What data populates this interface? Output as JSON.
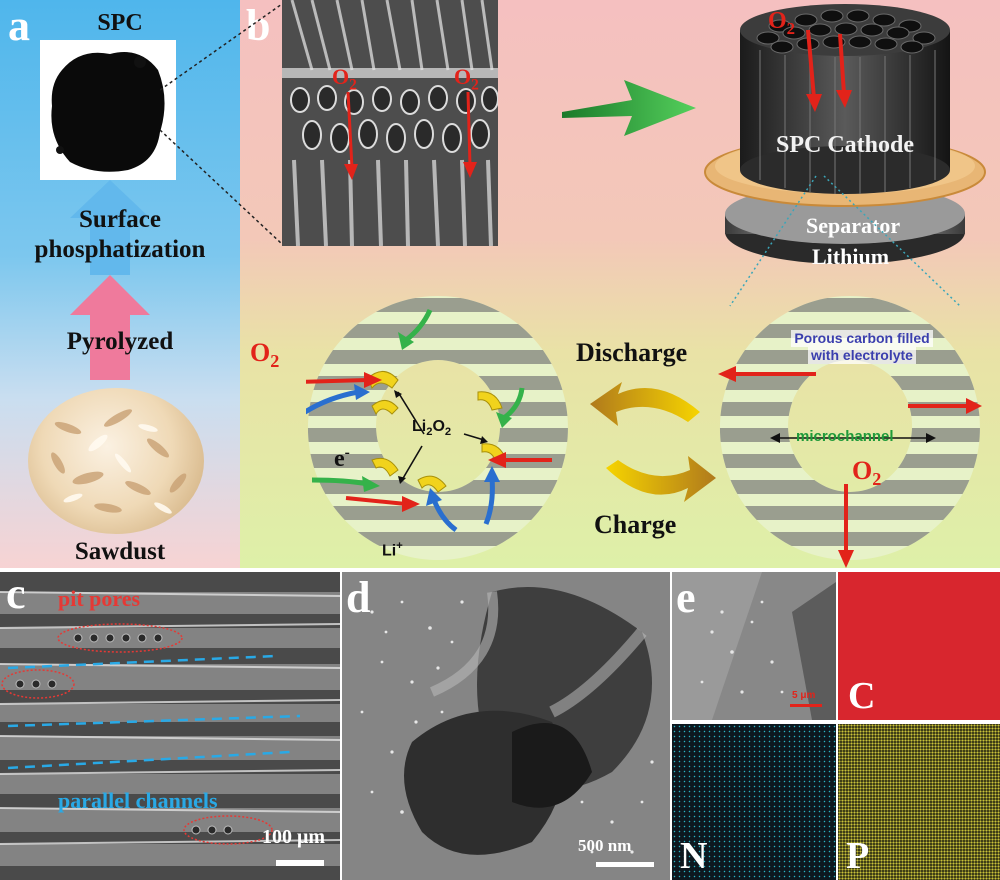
{
  "figure": {
    "panel_a": {
      "label": "a",
      "top_material": "SPC",
      "step_upper": "Surface phosphatization",
      "step_lower": "Pyrolyzed",
      "bottom_material": "Sawdust"
    },
    "panel_b": {
      "label": "b",
      "sem_o2_left": "O2",
      "sem_o2_right": "O2",
      "cathode_o2": "O2",
      "cathode_label": "SPC Cathode",
      "separator_label": "Separator",
      "lithium_label": "Lithium",
      "porous_note_line1": "Porous carbon filled",
      "porous_note_line2": "with electrolyte",
      "discharge_label": "Discharge",
      "charge_label": "Charge",
      "left_o2": "O2",
      "li2o2": "Li2O2",
      "electron": "e-",
      "li_ion": "Li+",
      "microchannel": "microchannel",
      "right_o2": "O2"
    },
    "panel_c": {
      "label": "c",
      "pit_pores": "pit pores",
      "parallel_channels": "parallel channels",
      "scale_bar": "100 μm"
    },
    "panel_d": {
      "label": "d",
      "scale_bar": "500 nm"
    },
    "panel_e": {
      "label": "e",
      "scale_bar": "5 μm",
      "map_c": "C",
      "map_n": "N",
      "map_p": "P"
    },
    "colors": {
      "panel_a_bg_top": "#4fb6ec",
      "panel_a_bg_bottom": "#f7d3d3",
      "panel_b_bg_top": "#f5bfbf",
      "panel_b_bg_bottom": "#def0a8",
      "oxygen_red": "#e2231a",
      "pit_label_red": "#e53935",
      "channel_label_blue": "#29a9e6",
      "carbon_map_red": "#d8262e",
      "nitrogen_map_cyan": "#2ab3c4",
      "phosphorus_map_yellow": "#c9c23a"
    }
  }
}
